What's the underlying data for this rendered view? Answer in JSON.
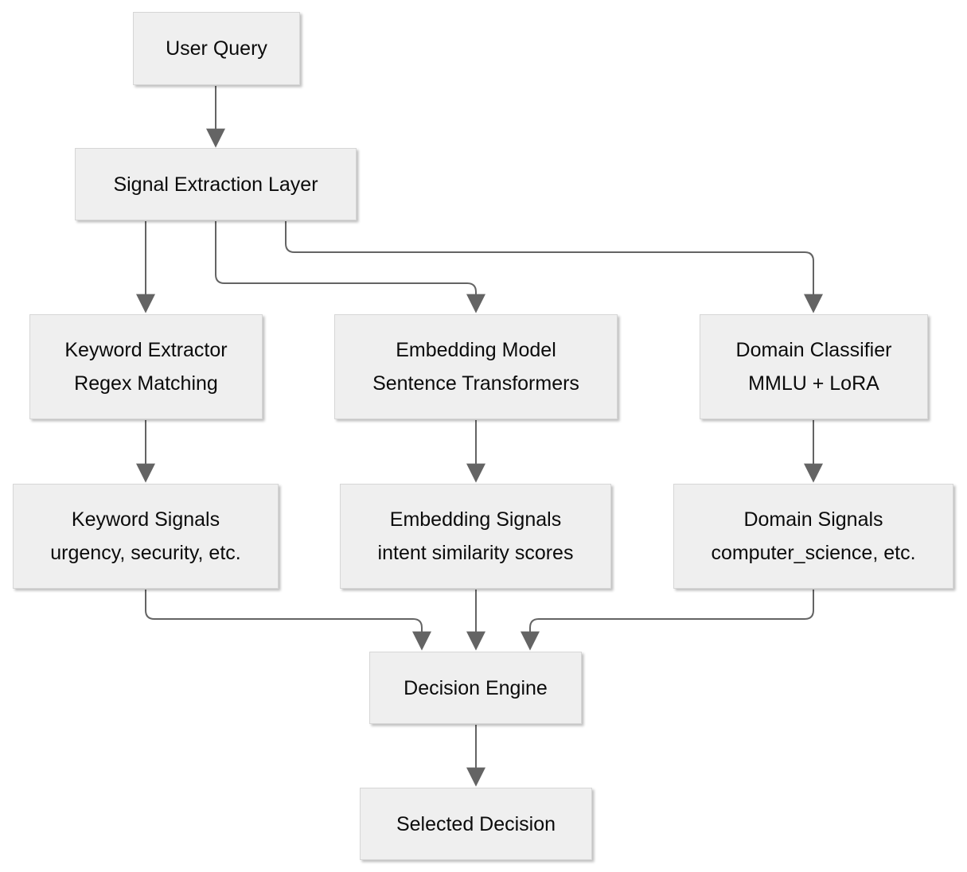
{
  "diagram": {
    "type": "flowchart",
    "background_color": "#ffffff",
    "node_fill_color": "#efefef",
    "node_border_color": "#d6d6d6",
    "text_color": "#0b0b0b",
    "arrow_color": "#646464",
    "nodes": {
      "user_query": {
        "label": "User Query"
      },
      "signal_extraction": {
        "label": "Signal Extraction Layer"
      },
      "keyword_extractor": {
        "label": "Keyword Extractor",
        "sublabel": "Regex Matching"
      },
      "embedding_model": {
        "label": "Embedding Model",
        "sublabel": "Sentence Transformers"
      },
      "domain_classifier": {
        "label": "Domain Classifier",
        "sublabel": "MMLU + LoRA"
      },
      "keyword_signals": {
        "label": "Keyword Signals",
        "sublabel": "urgency, security, etc."
      },
      "embedding_signals": {
        "label": "Embedding Signals",
        "sublabel": "intent similarity scores"
      },
      "domain_signals": {
        "label": "Domain Signals",
        "sublabel": "computer_science, etc."
      },
      "decision_engine": {
        "label": "Decision Engine"
      },
      "selected_decision": {
        "label": "Selected Decision"
      }
    },
    "edges": [
      {
        "from": "user_query",
        "to": "signal_extraction"
      },
      {
        "from": "signal_extraction",
        "to": "keyword_extractor"
      },
      {
        "from": "signal_extraction",
        "to": "embedding_model"
      },
      {
        "from": "signal_extraction",
        "to": "domain_classifier"
      },
      {
        "from": "keyword_extractor",
        "to": "keyword_signals"
      },
      {
        "from": "embedding_model",
        "to": "embedding_signals"
      },
      {
        "from": "domain_classifier",
        "to": "domain_signals"
      },
      {
        "from": "keyword_signals",
        "to": "decision_engine"
      },
      {
        "from": "embedding_signals",
        "to": "decision_engine"
      },
      {
        "from": "domain_signals",
        "to": "decision_engine"
      },
      {
        "from": "decision_engine",
        "to": "selected_decision"
      }
    ]
  }
}
